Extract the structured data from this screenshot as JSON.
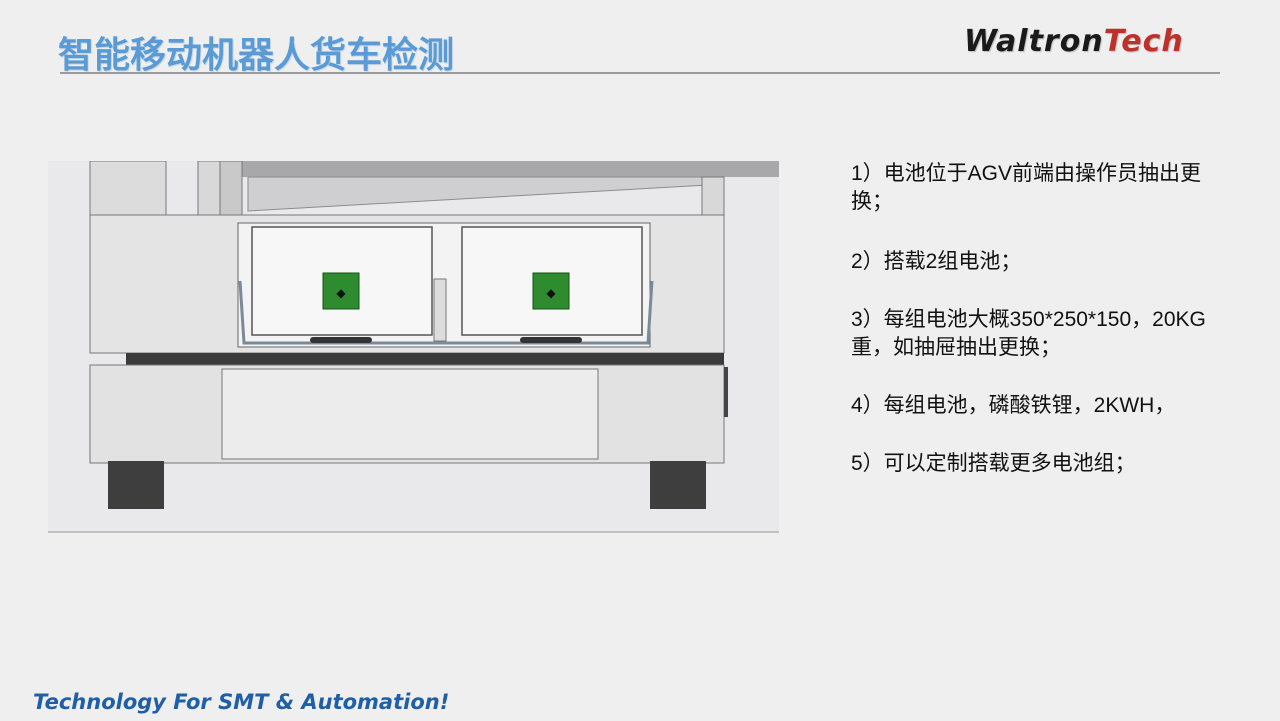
{
  "page": {
    "title": "智能移动机器人货车检测",
    "logo": {
      "part1": "Waltron",
      "part2": "Tech"
    },
    "footer": "Technology For SMT & Automation!"
  },
  "figure": {
    "description_icon": "battery-module-icon"
  },
  "bullets": [
    "1）电池位于AGV前端由操作员抽出更换；",
    "2）搭载2组电池；",
    "3）每组电池大概350*250*150，20KG重，如抽屉抽出更换；",
    "4）每组电池，磷酸铁锂，2KWH，",
    "5）可以定制搭载更多电池组；"
  ],
  "colors": {
    "title": "#5b9bd5",
    "logo_dark": "#1a1a1a",
    "logo_red": "#c0302a",
    "footer": "#1f5fa8",
    "battery_label": "#2e8b2e"
  }
}
